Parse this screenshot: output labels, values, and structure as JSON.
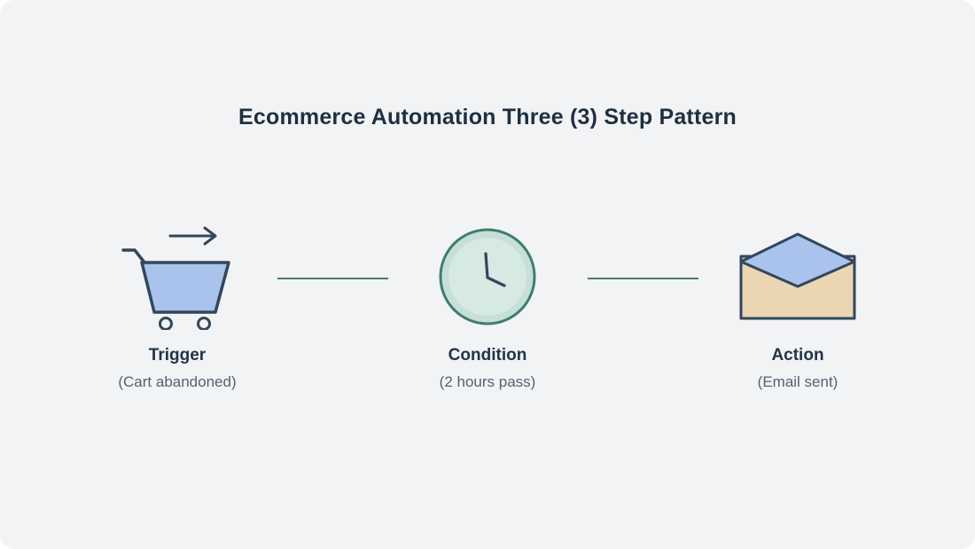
{
  "title": "Ecommerce Automation Three (3) Step Pattern",
  "steps": [
    {
      "name": "trigger",
      "icon": "shopping-cart-icon",
      "label": "Trigger",
      "sublabel": "(Cart abandoned)"
    },
    {
      "name": "condition",
      "icon": "clock-icon",
      "label": "Condition",
      "sublabel": "(2 hours pass)"
    },
    {
      "name": "action",
      "icon": "envelope-icon",
      "label": "Action",
      "sublabel": "(Email sent)"
    }
  ],
  "colors": {
    "canvas_background": "#f2f3f5",
    "title_text": "#1f2f40",
    "label_text": "#223448",
    "sublabel_text": "#566170",
    "connector": "#4a7c6b",
    "icon_outline": "#33465c",
    "cart_fill": "#a9c3ec",
    "clock_face": "#d6e9e3",
    "clock_rim": "#c6dfd8",
    "clock_ring": "#3e7d6c",
    "envelope_body": "#ead6b2",
    "envelope_flap": "#a9c3ec"
  }
}
